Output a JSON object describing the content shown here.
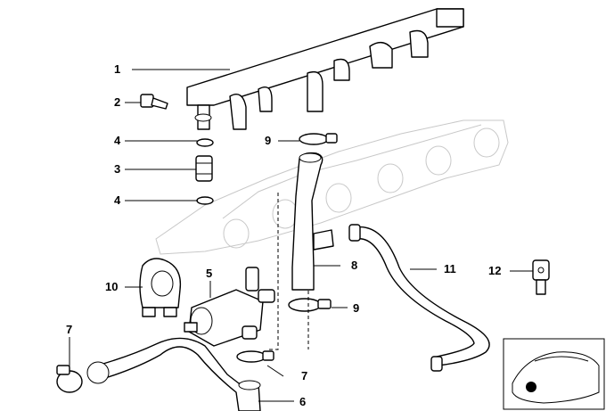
{
  "diagram": {
    "callouts": [
      {
        "id": "1",
        "label": "1"
      },
      {
        "id": "2",
        "label": "2"
      },
      {
        "id": "3",
        "label": "3"
      },
      {
        "id": "4a",
        "label": "4"
      },
      {
        "id": "4b",
        "label": "4"
      },
      {
        "id": "5",
        "label": "5"
      },
      {
        "id": "6",
        "label": "6"
      },
      {
        "id": "7a",
        "label": "7"
      },
      {
        "id": "7b",
        "label": "7"
      },
      {
        "id": "8",
        "label": "8"
      },
      {
        "id": "9a",
        "label": "9"
      },
      {
        "id": "9b",
        "label": "9"
      },
      {
        "id": "10",
        "label": "10"
      },
      {
        "id": "11",
        "label": "11"
      },
      {
        "id": "12",
        "label": "12"
      }
    ]
  }
}
